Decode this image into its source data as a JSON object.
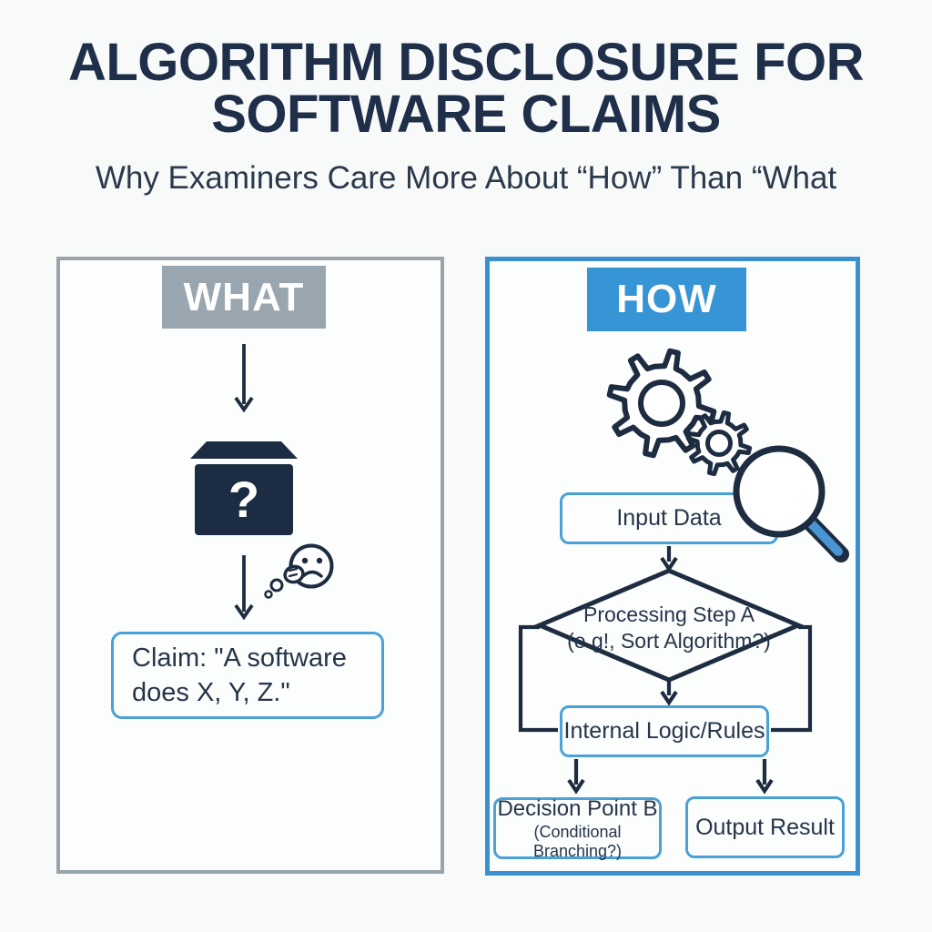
{
  "header": {
    "title_line1": "ALGORITHM DISCLOSURE FOR",
    "title_line2": "SOFTWARE CLAIMS",
    "subtitle": "Why Examiners Care More About “How” Than “What"
  },
  "left_panel": {
    "header_label": "WHAT",
    "question_mark": "?",
    "claim_line1": "Claim: \"A software",
    "claim_line2": "does X, Y, Z.\""
  },
  "right_panel": {
    "header_label": "HOW",
    "input_box_label": "Input Data",
    "diamond_line1": "Processing Step A",
    "diamond_line2": "(e.g!, Sort Algorithm?)",
    "logic_box_label": "Internal Logic/Rules",
    "decision_box_line1": "Decision Point B",
    "decision_box_line2": "(Conditional Branching?)",
    "output_box_label": "Output Result"
  },
  "icons": {
    "left": [
      "down-arrow-icon",
      "mystery-box-icon",
      "thinking-face-icon",
      "down-arrow-icon"
    ],
    "right": [
      "gears-icon",
      "magnifying-glass-icon"
    ]
  },
  "colors": {
    "title-text": "#1f2e49",
    "subtitle-text": "#2b394c",
    "panel-left-border": "#9aa3aa",
    "what-header-bg": "#99a5af",
    "panel-right-border": "#3b90d2",
    "how-header-bg": "#3795d5",
    "flow-box-border": "#4aa1d8",
    "outline-navy": "#1d2c40",
    "icon-fill-navy": "#1c2c42",
    "magnifier-handle": "#4795d2",
    "box-text": "#26354a",
    "page-bg": "#f8f9f9",
    "panel-bg": "#fcfdfd"
  }
}
